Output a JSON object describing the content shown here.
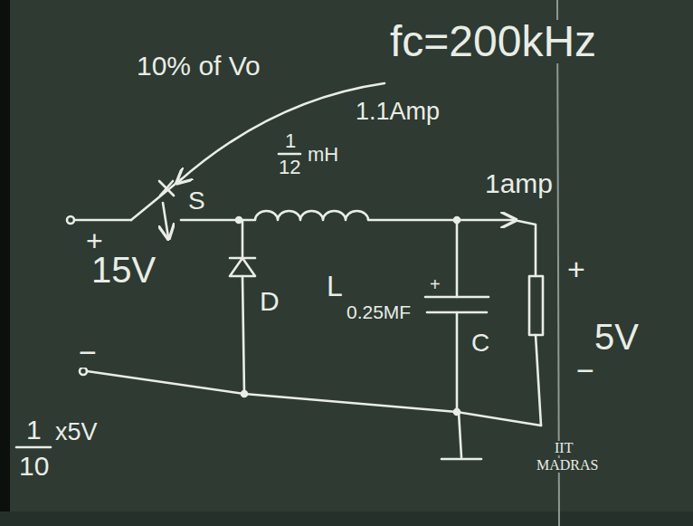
{
  "diagram": {
    "labels": [
      "10% of Vo",
      "fc=200kHz",
      "1.1Amp",
      "1",
      "12",
      "mH",
      "1amp",
      "S",
      "L",
      "D",
      "+",
      "15V",
      "−",
      "+",
      "0.25MF",
      "C",
      "+",
      "5V",
      "−",
      "1",
      "10",
      "x5V",
      "IIT",
      "MADRAS"
    ]
  }
}
